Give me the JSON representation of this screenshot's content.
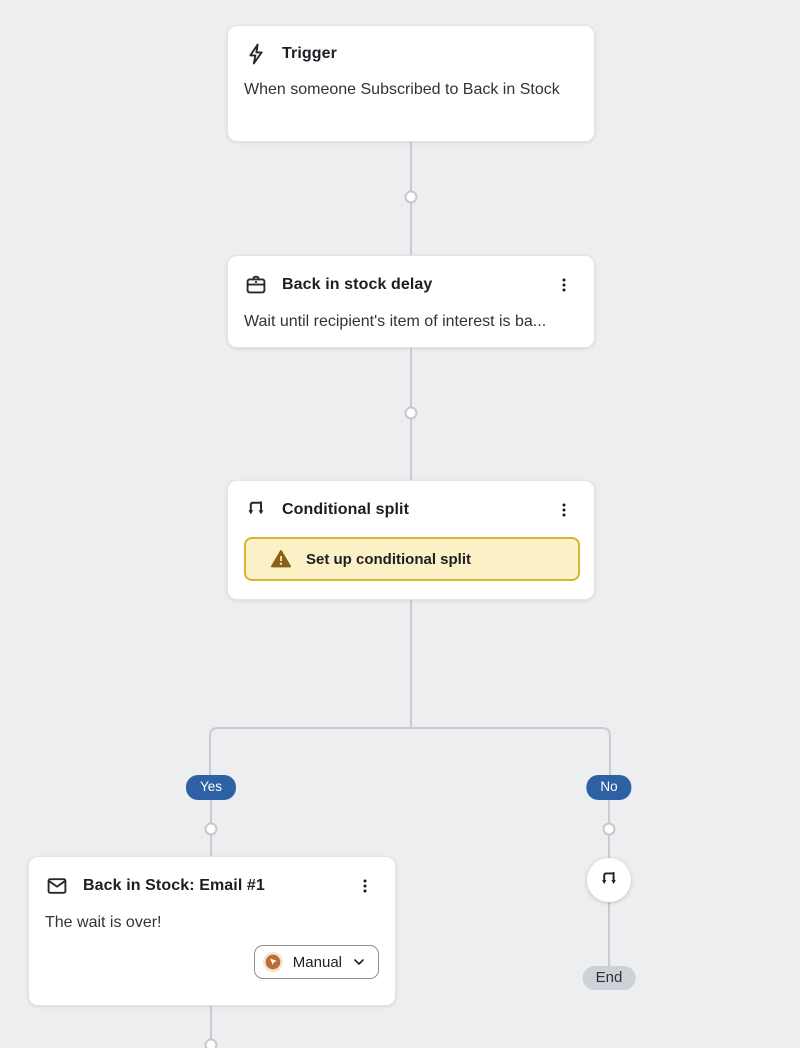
{
  "colors": {
    "canvas_bg": "#eceef0",
    "connector": "#c9cbcf",
    "badge_blue": "#2e61a4",
    "warning_bg": "#fbf0c6",
    "warning_border": "#d9b335",
    "warning_icon": "#8a6116",
    "end_badge_bg": "#cfd1d8",
    "manual_icon_orange": "#bc6d35"
  },
  "nodes": {
    "trigger": {
      "title": "Trigger",
      "description": "When someone Subscribed to Back in Stock"
    },
    "delay": {
      "title": "Back in stock delay",
      "description": "Wait until recipient's item of interest is ba..."
    },
    "conditional_split": {
      "title": "Conditional split",
      "warning_label": "Set up conditional split"
    },
    "email": {
      "title": "Back in Stock: Email #1",
      "description": "The wait is over!",
      "status_label": "Manual"
    }
  },
  "branch": {
    "yes_label": "Yes",
    "no_label": "No",
    "end_label": "End"
  }
}
